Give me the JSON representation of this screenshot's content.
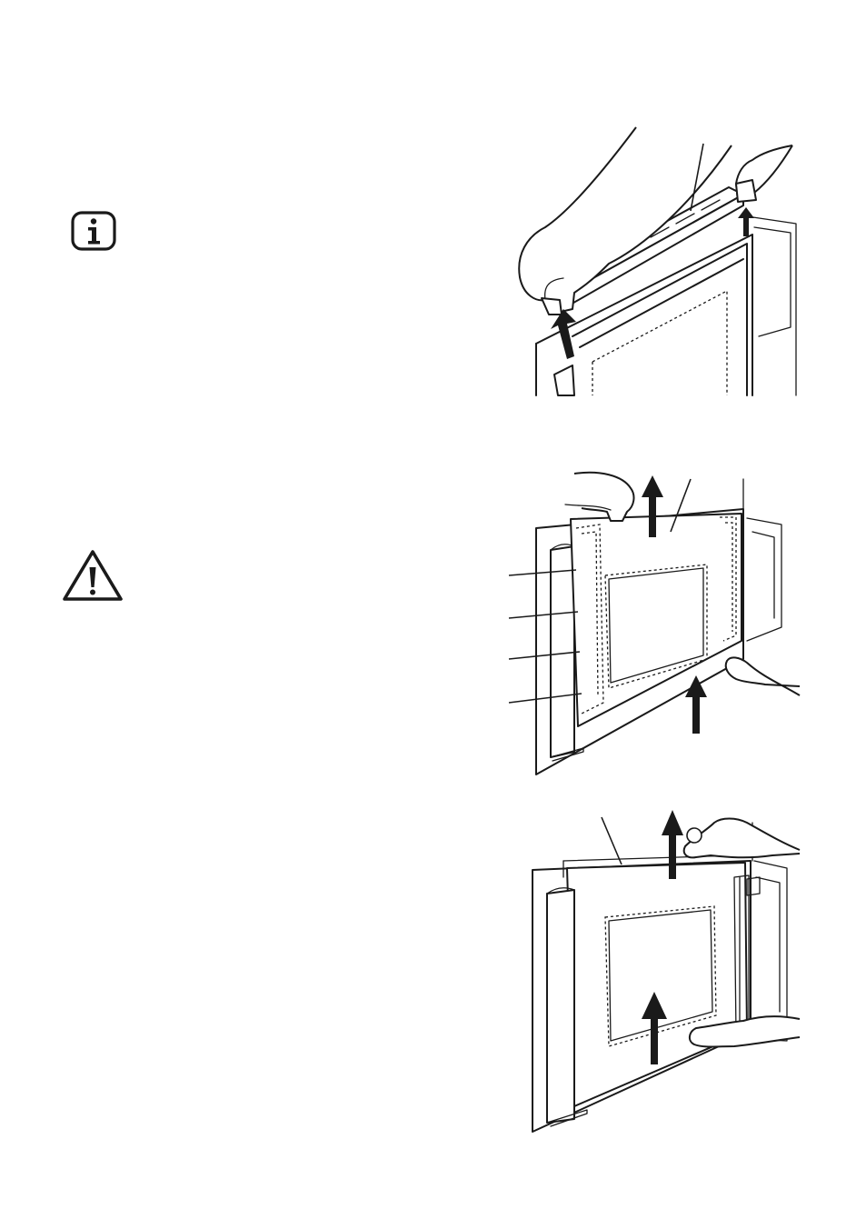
{
  "icons": {
    "info": "info-icon",
    "warning": "warning-icon"
  },
  "figures": [
    {
      "name": "figure-1-remove-door-top-trim",
      "arrows": 2,
      "callouts": 1
    },
    {
      "name": "figure-2-remove-inner-glass-panel",
      "arrows": 2,
      "callouts": 5
    },
    {
      "name": "figure-3-remove-middle-glass-panel",
      "arrows": 2,
      "callouts": 1
    }
  ]
}
